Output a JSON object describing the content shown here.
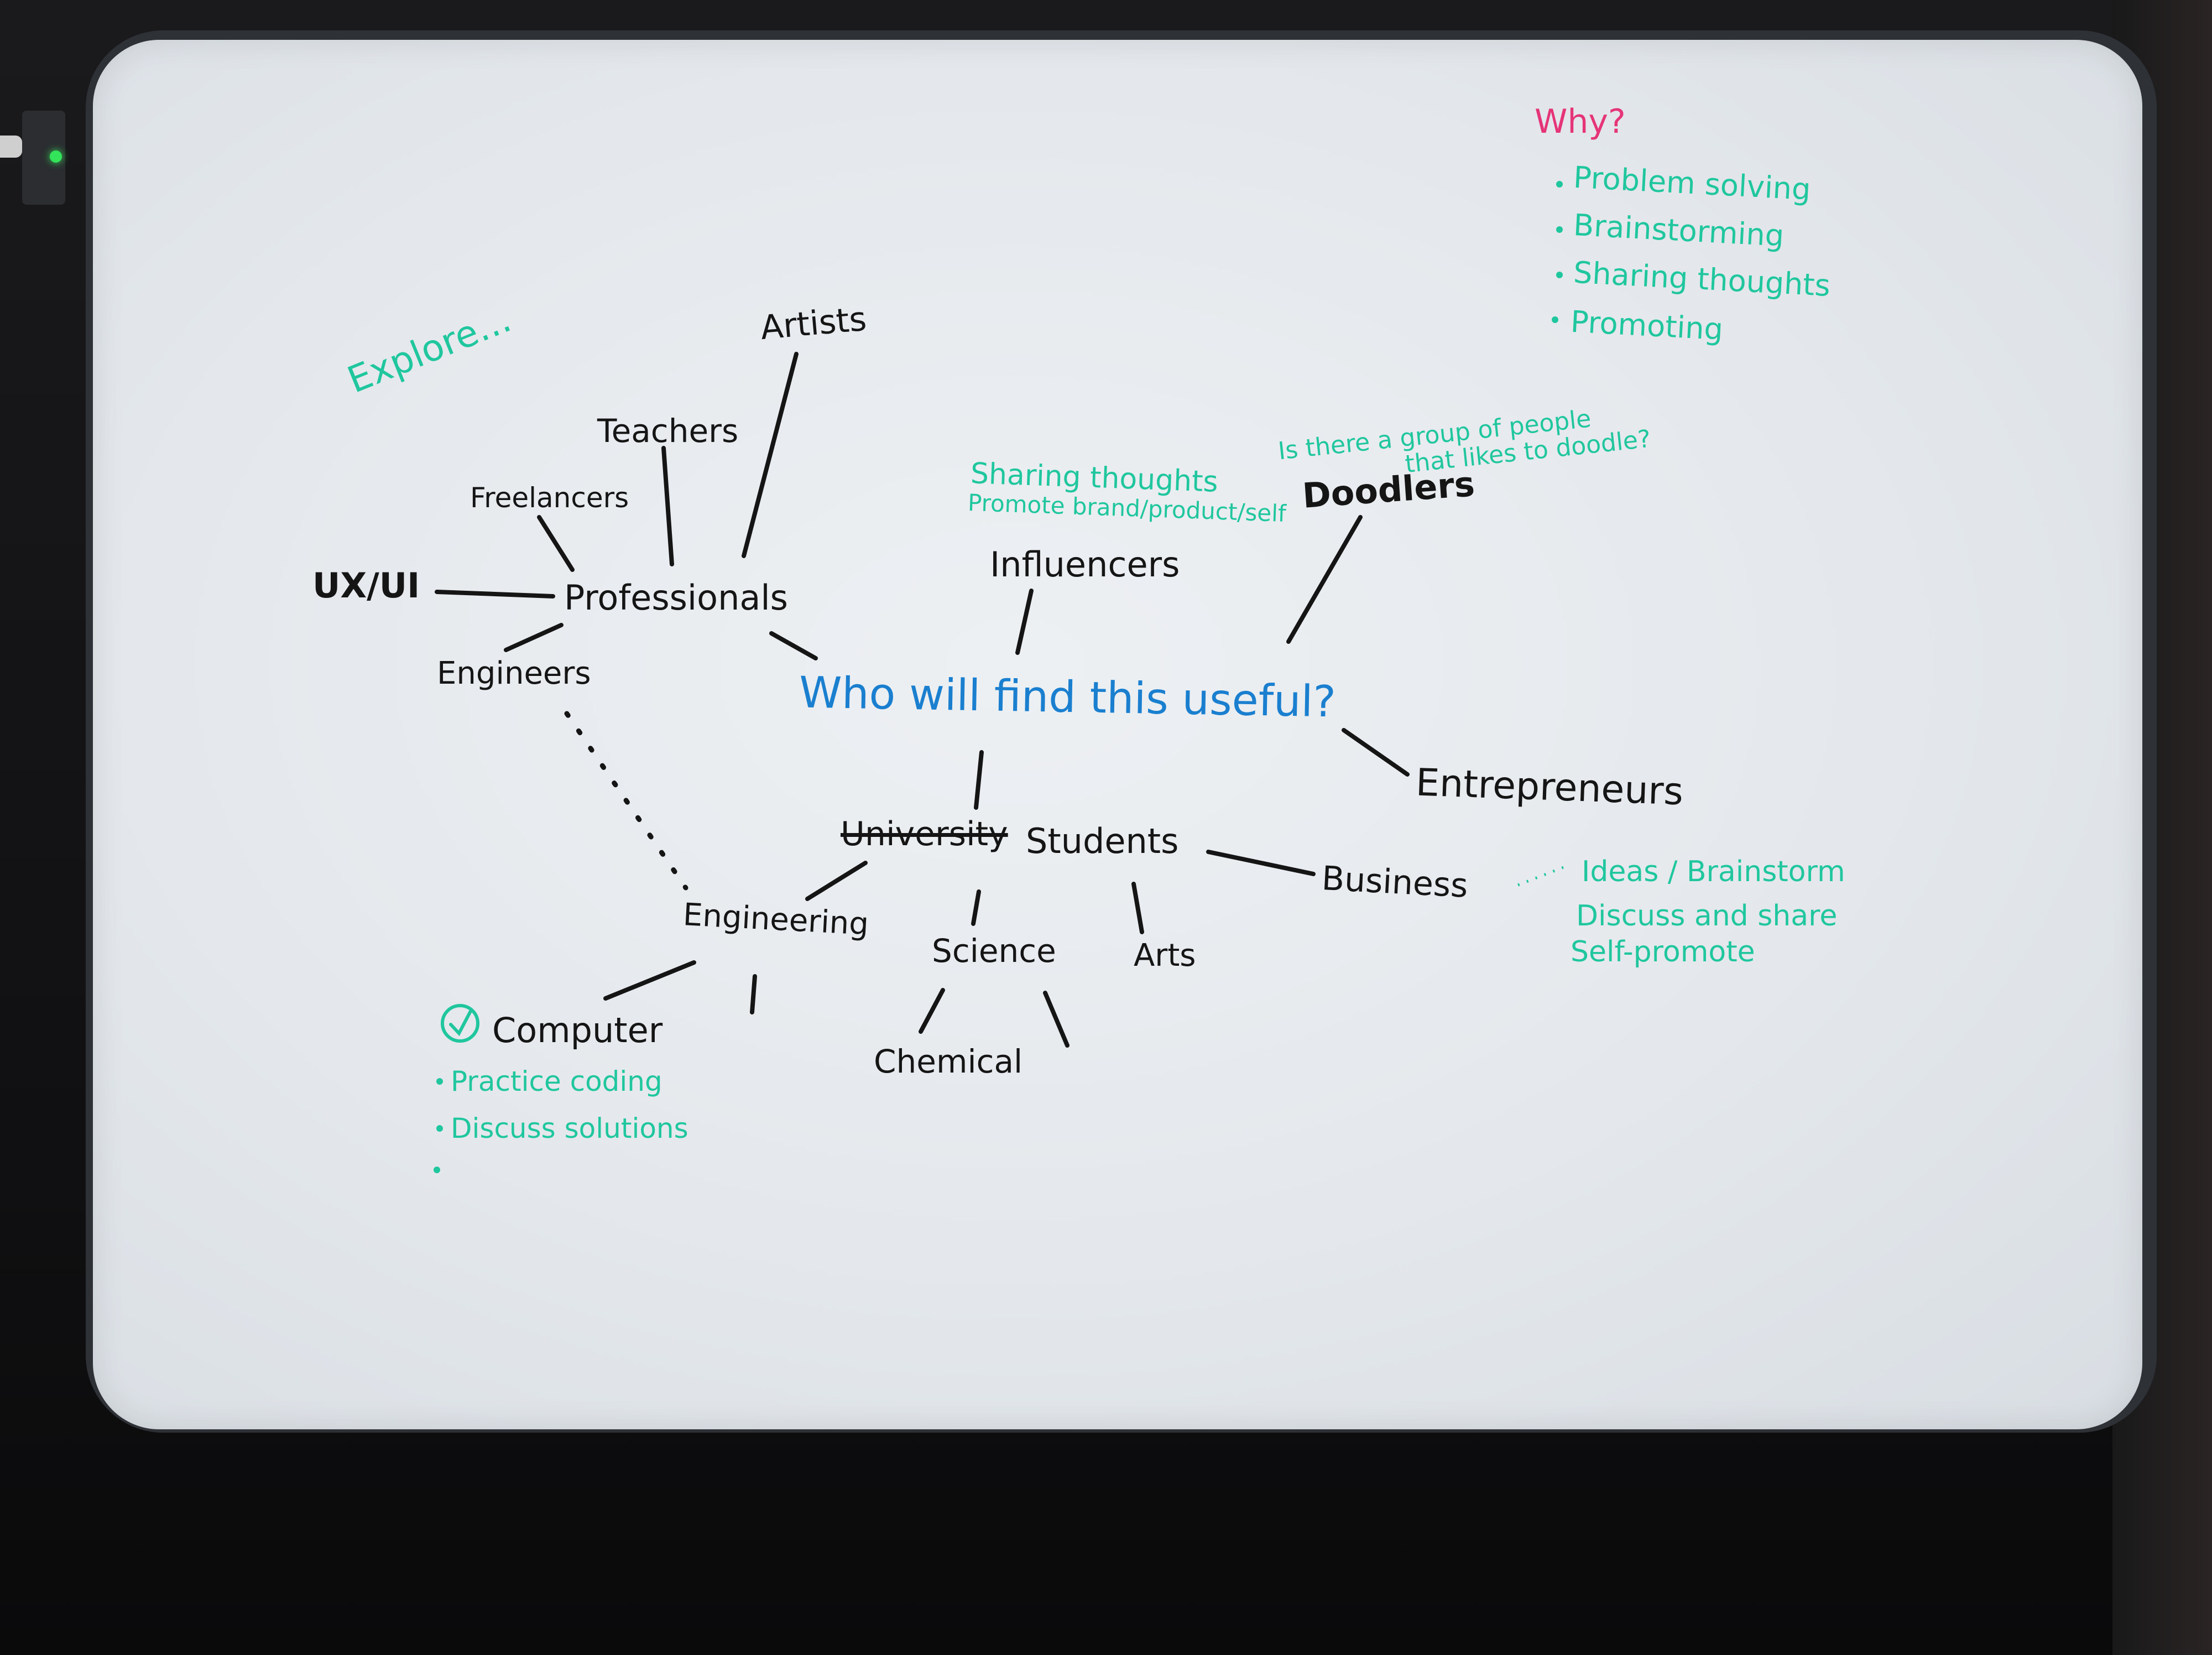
{
  "board": {
    "center_question": "Who will find this useful?",
    "explore": "Explore...",
    "why": {
      "title": "Why?",
      "items": [
        "Problem solving",
        "Brainstorming",
        "Sharing thoughts",
        "Promoting"
      ]
    },
    "professionals": {
      "label": "Professionals",
      "branches": [
        "Artists",
        "Teachers",
        "Freelancers",
        "UX/UI",
        "Engineers"
      ]
    },
    "influencers": {
      "label": "Influencers",
      "notes": [
        "Sharing thoughts",
        "Promote brand/product/self"
      ]
    },
    "doodlers": {
      "label": "Doodlers",
      "question_lines": [
        "Is there a group of people",
        "that likes to doodle?"
      ]
    },
    "entrepreneurs": "Entrepreneurs",
    "students": {
      "struck_word": "University",
      "label": "Students",
      "branches": [
        "Engineering",
        "Science",
        "Arts",
        "Business"
      ]
    },
    "business_notes": [
      "Ideas / Brainstorm",
      "Discuss and share",
      "Self-promote"
    ],
    "engineering": {
      "sub": "Computer",
      "check_mark": "✓",
      "items": [
        "Practice coding",
        "Discuss solutions"
      ],
      "empty_bullet": "·"
    },
    "science": {
      "sub": "Chemical"
    }
  },
  "colors": {
    "black_marker": "#151515",
    "teal_marker": "#20c79e",
    "blue_marker": "#1b7fd0",
    "pink_marker": "#e63479",
    "board_white": "#e9ecef",
    "frame_grey": "#2e3136"
  }
}
